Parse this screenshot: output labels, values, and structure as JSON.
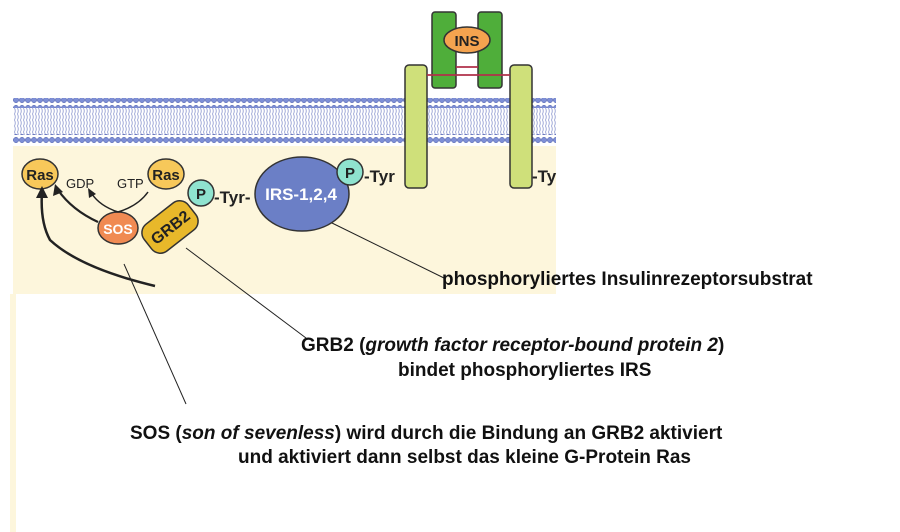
{
  "diagram": {
    "receptor_ligand": "INS",
    "irs_label": "IRS-1,2,4",
    "grb2_label": "GRB2",
    "sos_label": "SOS",
    "ras_left": "Ras",
    "ras_right": "Ras",
    "gdp": "GDP",
    "gtp": "GTP",
    "phospho": "P",
    "tyr_grb2": "-Tyr-",
    "tyr_irs": "-Tyr",
    "tyr_receptor": "-Ty"
  },
  "captions": {
    "irs": "phosphoryliertes Insulinrezeptorsubstrat",
    "grb2_prefix": "GRB2 (",
    "grb2_italic": "growth factor receptor-bound protein 2",
    "grb2_suffix": ")",
    "grb2_line2": "bindet phosphoryliertes IRS",
    "sos_prefix": "SOS (",
    "sos_italic": "son of sevenless",
    "sos_suffix": ") wird durch die Bindung an GRB2 aktiviert",
    "sos_line2": "und aktiviert dann selbst das kleine G-Protein Ras"
  },
  "colors": {
    "cytoplasm": "#fdf6dc",
    "membrane_head": "#7e8fd6",
    "receptor": "#cfe07a",
    "ins_bar": "#4fae3a",
    "ins_oval": "#f4a34f",
    "irs": "#6b7fc6",
    "grb2": "#e8b82a",
    "sos": "#f08a52",
    "ras": "#f7c85a",
    "phospho": "#8fe3cf"
  }
}
